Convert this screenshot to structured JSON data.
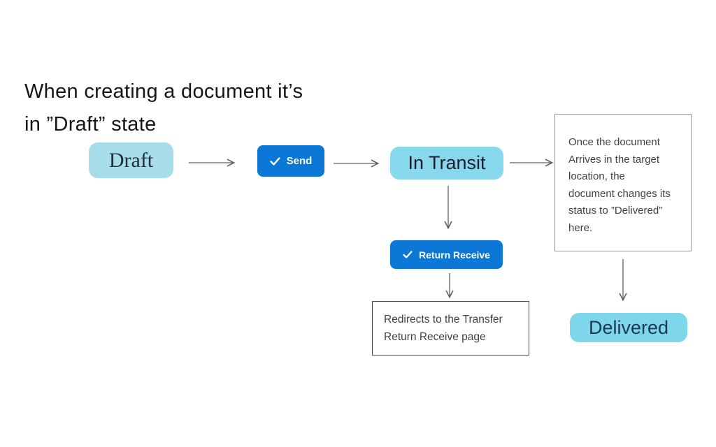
{
  "title": {
    "line1": "When creating a document it’s",
    "line2": "in ”Draft” state"
  },
  "nodes": {
    "draft": {
      "label": "Draft",
      "fill": "#a6dde9"
    },
    "in_transit": {
      "label": "In Transit",
      "fill": "#87d8ec"
    },
    "delivered": {
      "label": "Delivered",
      "fill": "#7ed6ea"
    }
  },
  "buttons": {
    "send": {
      "label": "Send",
      "icon": "check-icon",
      "fill": "#0b78d7"
    },
    "return_receive": {
      "label": "Return Receive",
      "icon": "check-icon",
      "fill": "#0b78d7"
    }
  },
  "notes": {
    "delivered_note": "Once the document Arrives in the target location, the document changes its status to ”Delivered” here.",
    "redirect_note": "Redirects to the Transfer Return Receive page"
  },
  "arrows": [
    {
      "from": "draft",
      "to": "send"
    },
    {
      "from": "send",
      "to": "in_transit"
    },
    {
      "from": "in_transit",
      "to": "delivered_note"
    },
    {
      "from": "in_transit",
      "to": "return_receive"
    },
    {
      "from": "return_receive",
      "to": "redirect_note"
    },
    {
      "from": "delivered_note",
      "to": "delivered"
    }
  ],
  "colors": {
    "background": "#ffffff",
    "arrow": "#5f5f5f",
    "button_blue": "#0b78d7",
    "note_border_light": "#979797",
    "note_border_dark": "#4a4a4a",
    "title_text": "#161616",
    "note_text": "#414141"
  }
}
